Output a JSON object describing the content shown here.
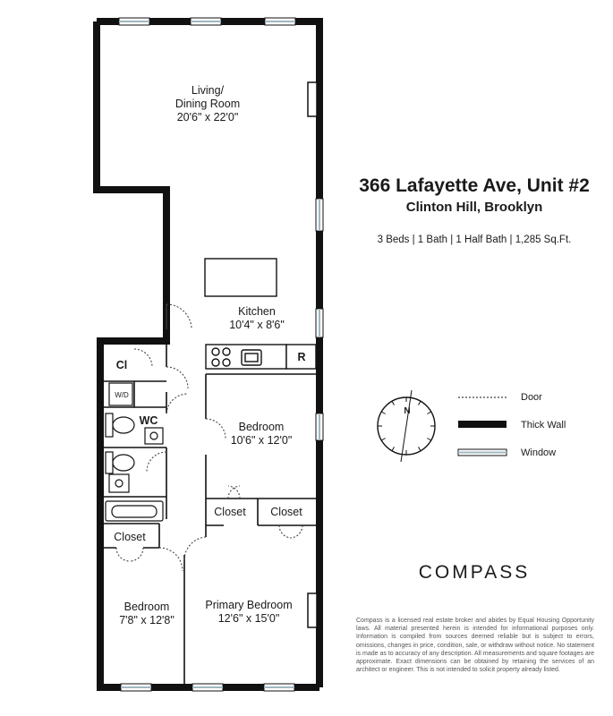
{
  "listing": {
    "address": "366 Lafayette Ave, Unit #2",
    "neighborhood": "Clinton Hill, Brooklyn",
    "stats": "3 Beds | 1 Bath | 1 Half Bath | 1,285 Sq.Ft."
  },
  "rooms": {
    "living": {
      "name_line1": "Living/",
      "name_line2": "Dining Room",
      "dims": "20'6\" x 22'0\""
    },
    "kitchen": {
      "name": "Kitchen",
      "dims": "10'4\" x 8'6\""
    },
    "bedroom_mid": {
      "name": "Bedroom",
      "dims": "10'6\" x 12'0\""
    },
    "bedroom_small": {
      "name": "Bedroom",
      "dims": "7'8\" x 12'8\""
    },
    "primary_bedroom": {
      "name": "Primary Bedroom",
      "dims": "12'6\" x 15'0\""
    },
    "closet_left": "Closet",
    "closet_mid": "Closet",
    "closet_right": "Closet",
    "cl": "Cl",
    "wd": "W/D",
    "wc": "WC",
    "range": "R"
  },
  "legend": {
    "door": "Door",
    "thick_wall": "Thick Wall",
    "window": "Window"
  },
  "compass_rose": {
    "north_label": "N"
  },
  "brand": "COMPASS",
  "disclaimer": "Compass is a licensed real estate broker and abides by Equal Housing Opportunity laws. All material presented herein is intended for informational purposes only. Information is compiled from sources deemed reliable but is subject to errors, omissions, changes in price, condition, sale, or withdraw without notice. No statement is made as to accuracy of any description. All measurements and square footages are approximate. Exact dimensions can be obtained by retaining the services of an architect or engineer. This is not intended to solicit property already listed.",
  "colors": {
    "wall": "#111111",
    "window": "#9fb8c0",
    "door_arc": "#444444"
  }
}
